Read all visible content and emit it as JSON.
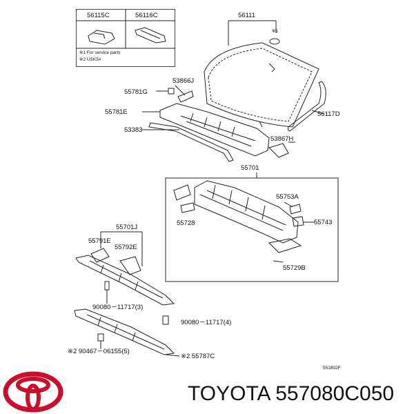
{
  "legend": {
    "part_a": "56115C",
    "part_b": "56116C",
    "note_1": "※1 For service parts",
    "note_2": "※2 USK5#"
  },
  "labels": {
    "windshield": "56111",
    "mark_1": "※1",
    "molding": "56117D",
    "p53866J": "53866J",
    "p55781G": "55781G",
    "p55781E": "55781E",
    "p53383": "53383",
    "p53867H": "53867H",
    "panel_assy": "55701",
    "p55753A": "55753A",
    "p55728": "55728",
    "p55743": "55743",
    "p55729B": "55729B",
    "p55701J": "55701J",
    "p55791E": "55791E",
    "p55792E": "55792E",
    "bolt_3": "90080－11717(3)",
    "bolt_4": "90080－11717(4)",
    "clip_5": "※2 90467－06155(5)",
    "p55787C": "※2 55787C",
    "diagram_id": "551802F"
  },
  "brand": {
    "logo": "toyota-logo",
    "caption": "TOYOTA 557080C050"
  }
}
